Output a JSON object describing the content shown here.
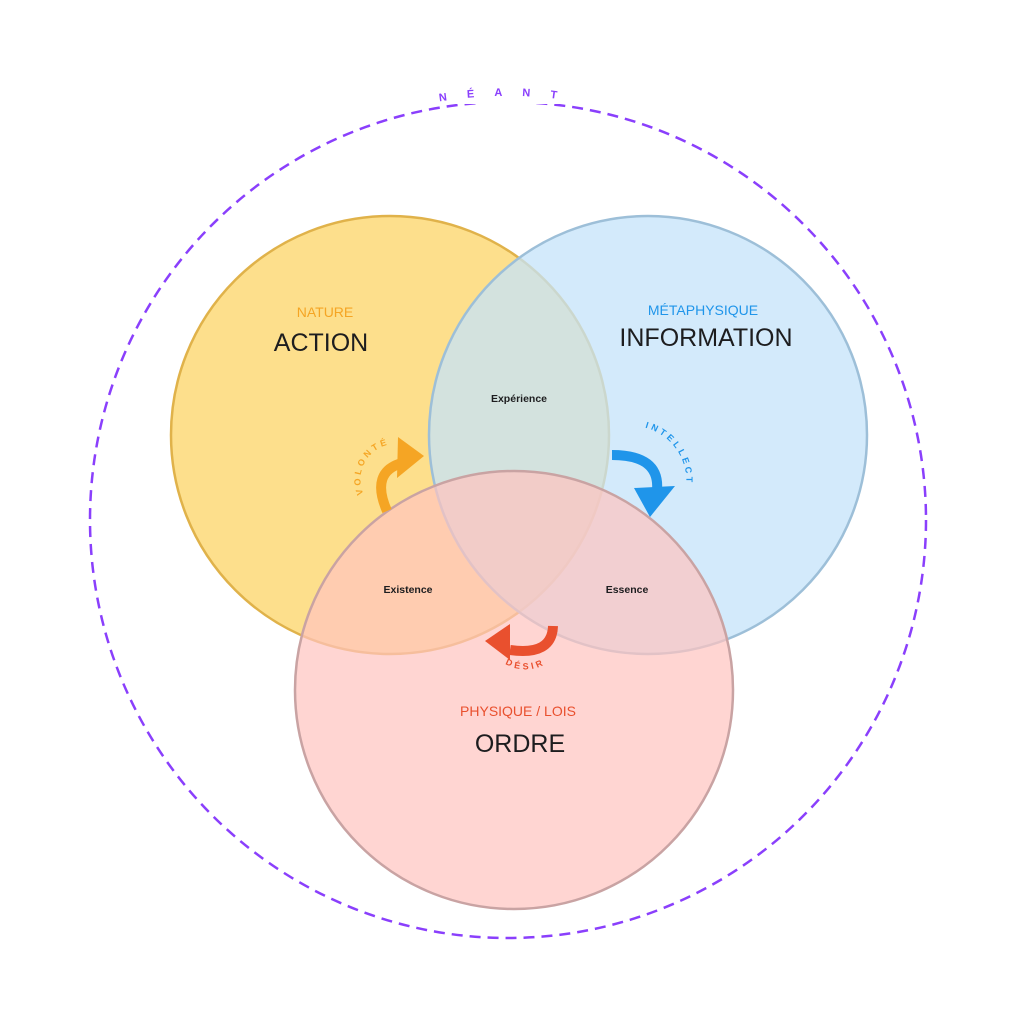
{
  "outer": {
    "label": "NÉANT",
    "color": "#8a3ffc"
  },
  "circles": {
    "action": {
      "subtitle": "NATURE",
      "title": "ACTION",
      "fill": "#fdd978",
      "stroke": "#e0b24a",
      "accent": "#f5a524"
    },
    "information": {
      "subtitle": "MÉTAPHYSIQUE",
      "title": "INFORMATION",
      "fill": "#cfe8fb",
      "stroke": "#9dbfd8",
      "accent": "#1f95ea"
    },
    "ordre": {
      "subtitle": "PHYSIQUE / LOIS",
      "title": "ORDRE",
      "fill": "#ffcfcc",
      "stroke": "#c9a3a3",
      "accent": "#e9502e"
    }
  },
  "intersections": {
    "action_information": "Expérience",
    "action_ordre": "Existence",
    "information_ordre": "Essence"
  },
  "flows": {
    "volonte": {
      "label": "VOLONTÉ",
      "color": "#f5a524"
    },
    "intellect": {
      "label": "INTELLECT",
      "color": "#1f95ea"
    },
    "desir": {
      "label": "DÉSIR",
      "color": "#e9502e"
    }
  }
}
